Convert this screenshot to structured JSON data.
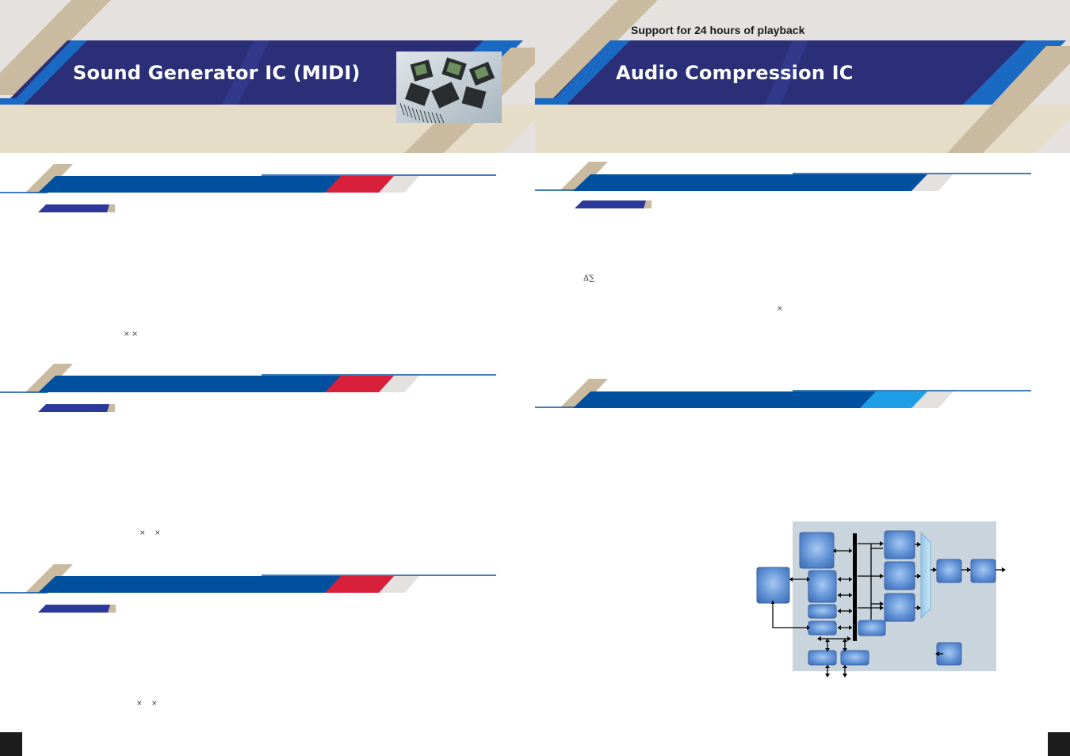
{
  "left_page": {
    "title": "Sound Generator IC (MIDI)",
    "symbols": [
      "× ×",
      "×    ×",
      "×    ×"
    ]
  },
  "right_page": {
    "tagline": "Support for 24 hours of playback",
    "title": "Audio Compression IC",
    "symbols": [
      "∆∑",
      "×"
    ]
  },
  "colors": {
    "navy": "#2b2f78",
    "blue": "#0050a0",
    "bright_blue": "#1a6ac4",
    "red": "#d8203a",
    "cyan": "#1e9ee6",
    "tan": "#c9baa0",
    "cream": "#e5ddc8",
    "gray": "#e5e1df",
    "diagram_bg": "#c9d4dc",
    "block": "#5d8fd4"
  }
}
